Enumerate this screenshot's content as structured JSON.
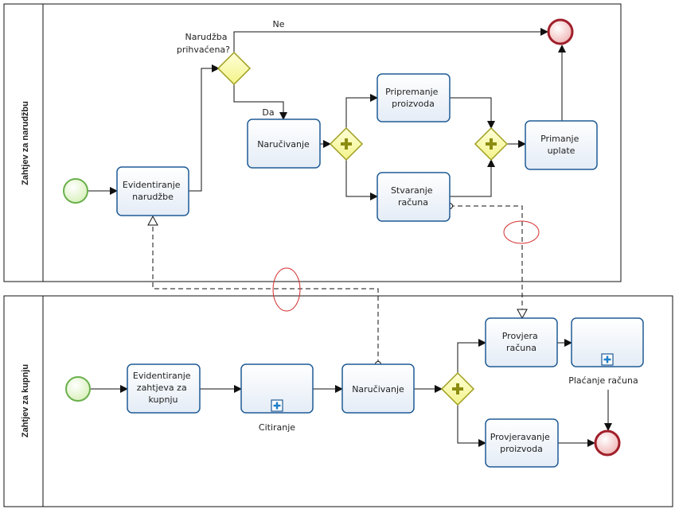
{
  "pools": {
    "top": {
      "label": "Zahtjev za narudžbu"
    },
    "bottom": {
      "label": "Zahtjev za kupnju"
    }
  },
  "tasks": {
    "evidentiranje_narudzbe": [
      "Evidentiranje",
      "narudžbe"
    ],
    "narucivanje_top": [
      "Naručivanje"
    ],
    "pripremanje_proizvoda": [
      "Pripremanje",
      "proizvoda"
    ],
    "stvaranje_racuna": [
      "Stvaranje",
      "računa"
    ],
    "primanje_uplate": [
      "Primanje",
      "uplate"
    ],
    "evidentiranje_zahtjeva": [
      "Evidentiranje",
      "zahtjeva za",
      "kupnju"
    ],
    "narucivanje_bottom": [
      "Naručivanje"
    ],
    "provjera_racuna": [
      "Provjera",
      "računa"
    ],
    "provjeravanje_proizvoda": [
      "Provjeravanje",
      "proizvoda"
    ]
  },
  "subprocesses": {
    "citiranje": "Citiranje",
    "placanje_racuna": "Plaćanje računa"
  },
  "gateway_labels": {
    "narudzba_prihvacena": [
      "Narudžba",
      "prihvaćena?"
    ]
  },
  "flow_labels": {
    "ne": "Ne",
    "da": "Da"
  },
  "colors": {
    "task_fill": "#eef3f9",
    "task_stroke": "#1f5b95",
    "gateway_fill": "#ffffb0",
    "gateway_stroke": "#9e9e1e",
    "start_fill": "#e8f7d2",
    "start_stroke": "#6ab04c",
    "end_fill": "#f6c8c8",
    "end_stroke": "#a01f2a",
    "annotation_red": "#d32f2f"
  }
}
